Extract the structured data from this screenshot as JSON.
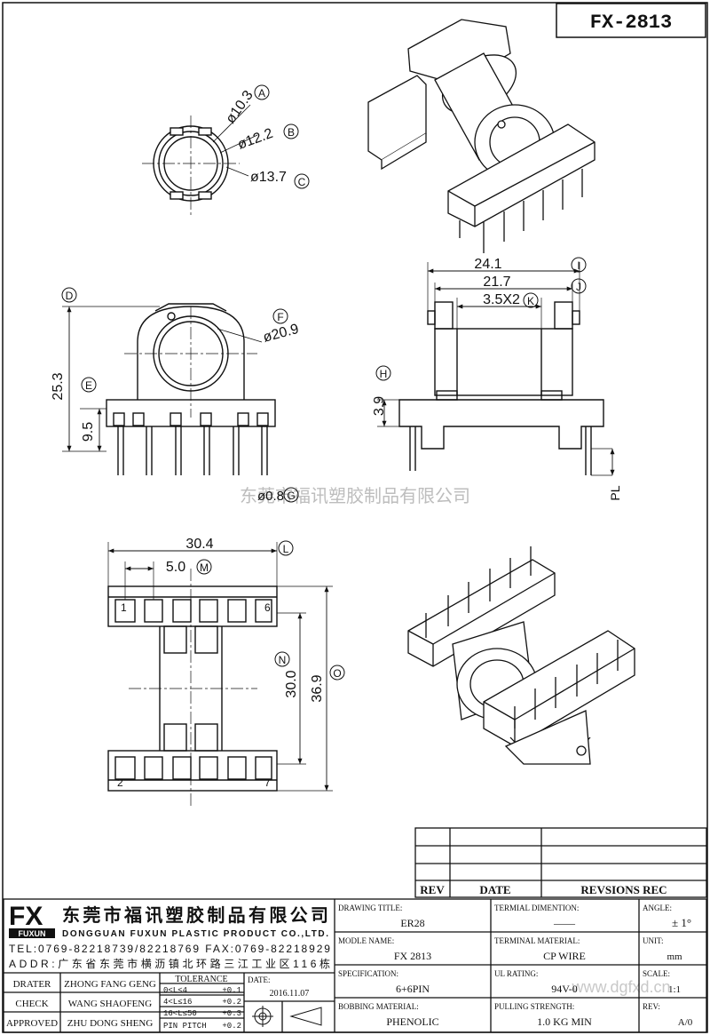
{
  "drawing_number": "FX-2813",
  "watermark": "东莞市福讯塑胶制品有限公司",
  "watermark_site": "www.dgfxd.cn",
  "top_view": {
    "dims": [
      {
        "value": "ø10.3",
        "ref": "A"
      },
      {
        "value": "ø12.2",
        "ref": "B"
      },
      {
        "value": "ø13.7",
        "ref": "C"
      }
    ]
  },
  "front_view": {
    "height_total": "25.3",
    "height_total_ref": "D",
    "height_base": "9.5",
    "height_base_ref": "E",
    "diameter": "ø20.9",
    "diameter_ref": "F",
    "pin_pitch": "ø0.8",
    "pin_pitch_ref": "G"
  },
  "side_view": {
    "width_outer": "24.1",
    "width_outer_ref": "I",
    "width_inner": "21.7",
    "width_inner_ref": "J",
    "slot": "3.5X2",
    "slot_ref": "K",
    "height": "3.9",
    "height_ref": "H",
    "pin_length_label": "PL"
  },
  "bottom_view": {
    "width": "30.4",
    "width_ref": "L",
    "pitch": "5.0",
    "pitch_ref": "M",
    "inner_length": "30.0",
    "inner_length_ref": "N",
    "total_length": "36.9",
    "total_length_ref": "O",
    "pin_labels": [
      "1",
      "6",
      "2",
      "7"
    ]
  },
  "revision_table": {
    "headers": [
      "REV",
      "DATE",
      "REVSIONS REC"
    ]
  },
  "title_block": {
    "logo": "FX",
    "logo_sub": "FUXUN",
    "company_cn": "东莞市福讯塑胶制品有限公司",
    "company_en": "DONGGUAN FUXUN PLASTIC PRODUCT CO.,LTD.",
    "tel": "TEL:0769-82218739/82218769 FAX:0769-82218929",
    "addr": "ADDR:广东省东莞市横沥镇北环路三江工业区116栋",
    "people": [
      {
        "role": "DRATER",
        "name": "ZHONG FANG GENG"
      },
      {
        "role": "CHECK",
        "name": "WANG SHAOFENG"
      },
      {
        "role": "APPROVED",
        "name": "ZHU DONG SHENG"
      }
    ],
    "tolerance_title": "TOLERANCE",
    "tolerances": [
      {
        "range": "0<L≤4",
        "value": "+0.1"
      },
      {
        "range": "4<L≤16",
        "value": "+0.2"
      },
      {
        "range": "16<L≤50",
        "value": "+0.3"
      },
      {
        "range": "PIN PITCH",
        "value": "+0.2"
      }
    ],
    "date_label": "DATE:",
    "date_value": "2016.11.07",
    "drawing_title_label": "DRAWING TITLE:",
    "drawing_title_value": "ER28",
    "terminal_dimention_label": "TERMIAL DIMENTION:",
    "terminal_dimention_value": "——",
    "angle_label": "ANGLE:",
    "angle_value": "± 1°",
    "model_name_label": "MODLE NAME:",
    "model_name_value": "FX 2813",
    "terminal_material_label": "TERMINAL MATERIAL:",
    "terminal_material_value": "CP WIRE",
    "unit_label": "UNIT:",
    "unit_value": "mm",
    "specification_label": "SPECIFICATION:",
    "specification_value": "6+6PIN",
    "ul_rating_label": "UL RATING:",
    "ul_rating_value": "94V-0",
    "scale_label": "SCALE:",
    "scale_value": "1:1",
    "bobbing_material_label": "BOBBING MATERIAL:",
    "bobbing_material_value": "PHENOLIC",
    "pulling_strength_label": "PULLING STRENGTH:",
    "pulling_strength_value": "1.0 KG MIN",
    "rev_label": "REV:",
    "rev_value": "A/0"
  }
}
